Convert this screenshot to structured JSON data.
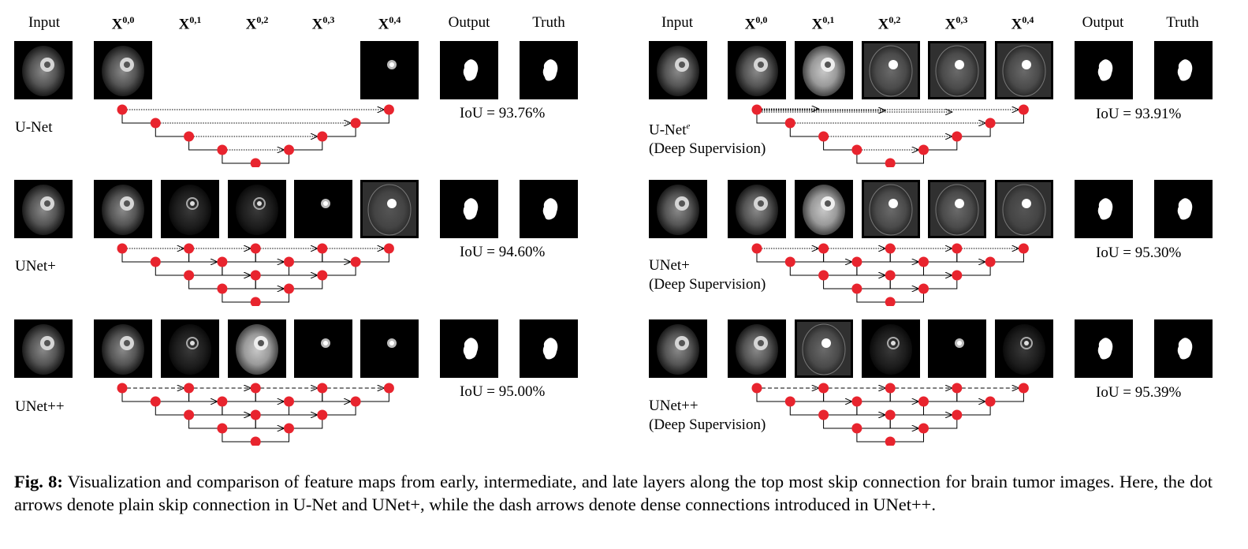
{
  "figure": {
    "headers": {
      "input": "Input",
      "x00": "X",
      "x00_sup": "0,0",
      "x01": "X",
      "x01_sup": "0,1",
      "x02": "X",
      "x02_sup": "0,2",
      "x03": "X",
      "x03_sup": "0,3",
      "x04": "X",
      "x04_sup": "0,4",
      "output": "Output",
      "truth": "Truth"
    },
    "left_panel": {
      "rows": [
        {
          "label": "U-Net",
          "iou": "IoU = 93.76%"
        },
        {
          "label": "UNet+",
          "iou": "IoU = 94.60%"
        },
        {
          "label": "UNet++",
          "iou": "IoU = 95.00%"
        }
      ]
    },
    "right_panel": {
      "rows": [
        {
          "label": "U-Net",
          "label_sup": "e",
          "label2": "(Deep Supervision)",
          "iou": "IoU = 93.91%"
        },
        {
          "label": "UNet+",
          "label2": "(Deep Supervision)",
          "iou": "IoU = 95.30%"
        },
        {
          "label": "UNet++",
          "label2": "(Deep Supervision)",
          "iou": "IoU = 95.39%"
        }
      ]
    },
    "colors": {
      "node": "#e8242e",
      "background": "#ffffff",
      "tile": "#000000"
    }
  },
  "caption": {
    "label": "Fig. 8:",
    "text": " Visualization and comparison of feature maps from early, intermediate, and late layers along the top most skip connection for brain tumor images. Here, the dot arrows denote plain skip connection in U-Net and UNet+, while the dash arrows denote dense connections introduced in UNet++."
  }
}
